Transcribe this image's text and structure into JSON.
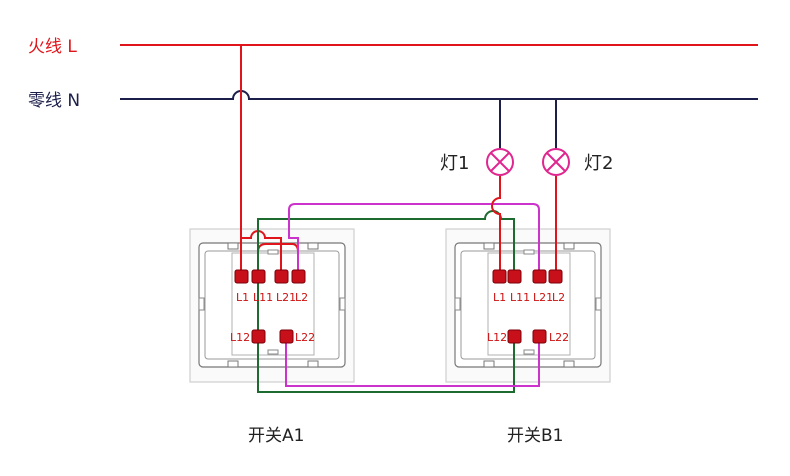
{
  "lines": {
    "live": {
      "label": "火线 L",
      "color": "#e0151b"
    },
    "neutral": {
      "label": "零线 N",
      "color": "#1c1f4a"
    }
  },
  "lamps": [
    {
      "label": "灯1"
    },
    {
      "label": "灯2"
    }
  ],
  "switches": [
    {
      "label": "开关A1",
      "terminals_top": [
        "L1",
        "L11",
        "L21",
        "L2"
      ],
      "terminals_bottom": [
        "L12",
        "L22"
      ]
    },
    {
      "label": "开关B1",
      "terminals_top": [
        "L1",
        "L11",
        "L21",
        "L2"
      ],
      "terminals_bottom": [
        "L12",
        "L22"
      ]
    }
  ],
  "wire_colors": {
    "live": "#e0151b",
    "neutral": "#1c1f4a",
    "traveler_green": "#1d6b2e",
    "traveler_magenta": "#cc33cc",
    "lamp": "#e0268f",
    "terminal": "#c8101a"
  }
}
